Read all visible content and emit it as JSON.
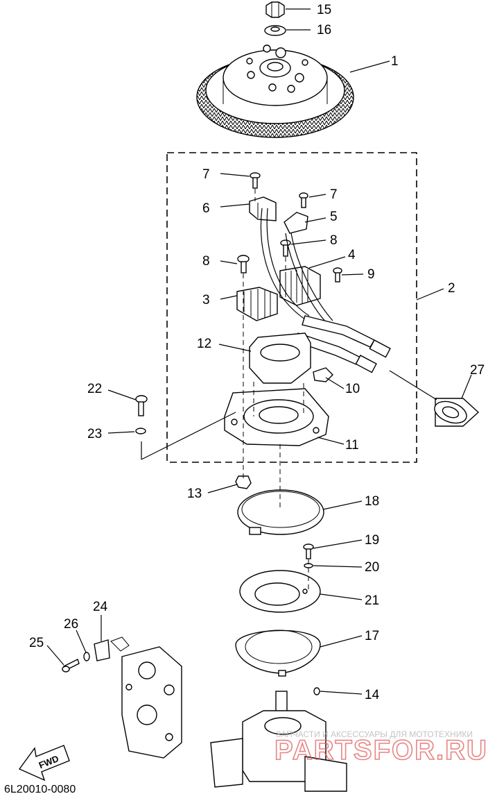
{
  "callouts": [
    {
      "id": "c15",
      "number": "15"
    },
    {
      "id": "c16",
      "number": "16"
    },
    {
      "id": "c1",
      "number": "1"
    },
    {
      "id": "c7a",
      "number": "7"
    },
    {
      "id": "c7b",
      "number": "7"
    },
    {
      "id": "c6",
      "number": "6"
    },
    {
      "id": "c5",
      "number": "5"
    },
    {
      "id": "c8a",
      "number": "8"
    },
    {
      "id": "c8b",
      "number": "8"
    },
    {
      "id": "c4",
      "number": "4"
    },
    {
      "id": "c9",
      "number": "9"
    },
    {
      "id": "c3",
      "number": "3"
    },
    {
      "id": "c2",
      "number": "2"
    },
    {
      "id": "c12",
      "number": "12"
    },
    {
      "id": "c27",
      "number": "27"
    },
    {
      "id": "c10",
      "number": "10"
    },
    {
      "id": "c22",
      "number": "22"
    },
    {
      "id": "c23",
      "number": "23"
    },
    {
      "id": "c11",
      "number": "11"
    },
    {
      "id": "c13",
      "number": "13"
    },
    {
      "id": "c18",
      "number": "18"
    },
    {
      "id": "c19",
      "number": "19"
    },
    {
      "id": "c20",
      "number": "20"
    },
    {
      "id": "c21",
      "number": "21"
    },
    {
      "id": "c24",
      "number": "24"
    },
    {
      "id": "c26",
      "number": "26"
    },
    {
      "id": "c25",
      "number": "25"
    },
    {
      "id": "c17",
      "number": "17"
    },
    {
      "id": "c14",
      "number": "14"
    }
  ],
  "diagram_code": "6L20010-0080",
  "direction_arrow_label": "FWD",
  "watermark": {
    "caption": "ЗАПЧАСТИ И АКСЕССУАРЫ ДЛЯ МОТОТЕХНИКИ",
    "brand": "PARTSFOR.RU"
  }
}
